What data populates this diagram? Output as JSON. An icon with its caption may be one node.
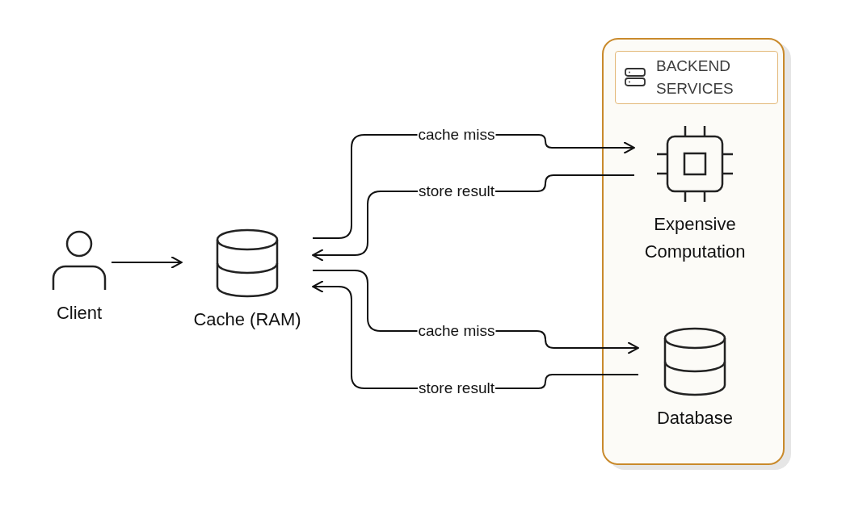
{
  "diagram": {
    "nodes": [
      {
        "text": [
          "Client"
        ]
      },
      {
        "text": [
          "Cache (RAM)"
        ]
      },
      {
        "text": [
          "BACKEND SERVICES"
        ]
      },
      {
        "text": [
          "Expensive Computation"
        ],
        "in": 2
      },
      {
        "text": [
          "Database"
        ],
        "in": 2
      }
    ],
    "edges": [
      {
        "from": 0,
        "to": 1,
        "arrow": "to"
      },
      {
        "from": 1,
        "to": 3,
        "arrow": "to",
        "label": "cache miss"
      },
      {
        "from": 3,
        "to": 1,
        "arrow": "to",
        "label": "store result"
      },
      {
        "from": 1,
        "to": 4,
        "arrow": "to",
        "label": "cache miss"
      },
      {
        "from": 4,
        "to": 1,
        "arrow": "to",
        "label": "store result"
      }
    ]
  }
}
